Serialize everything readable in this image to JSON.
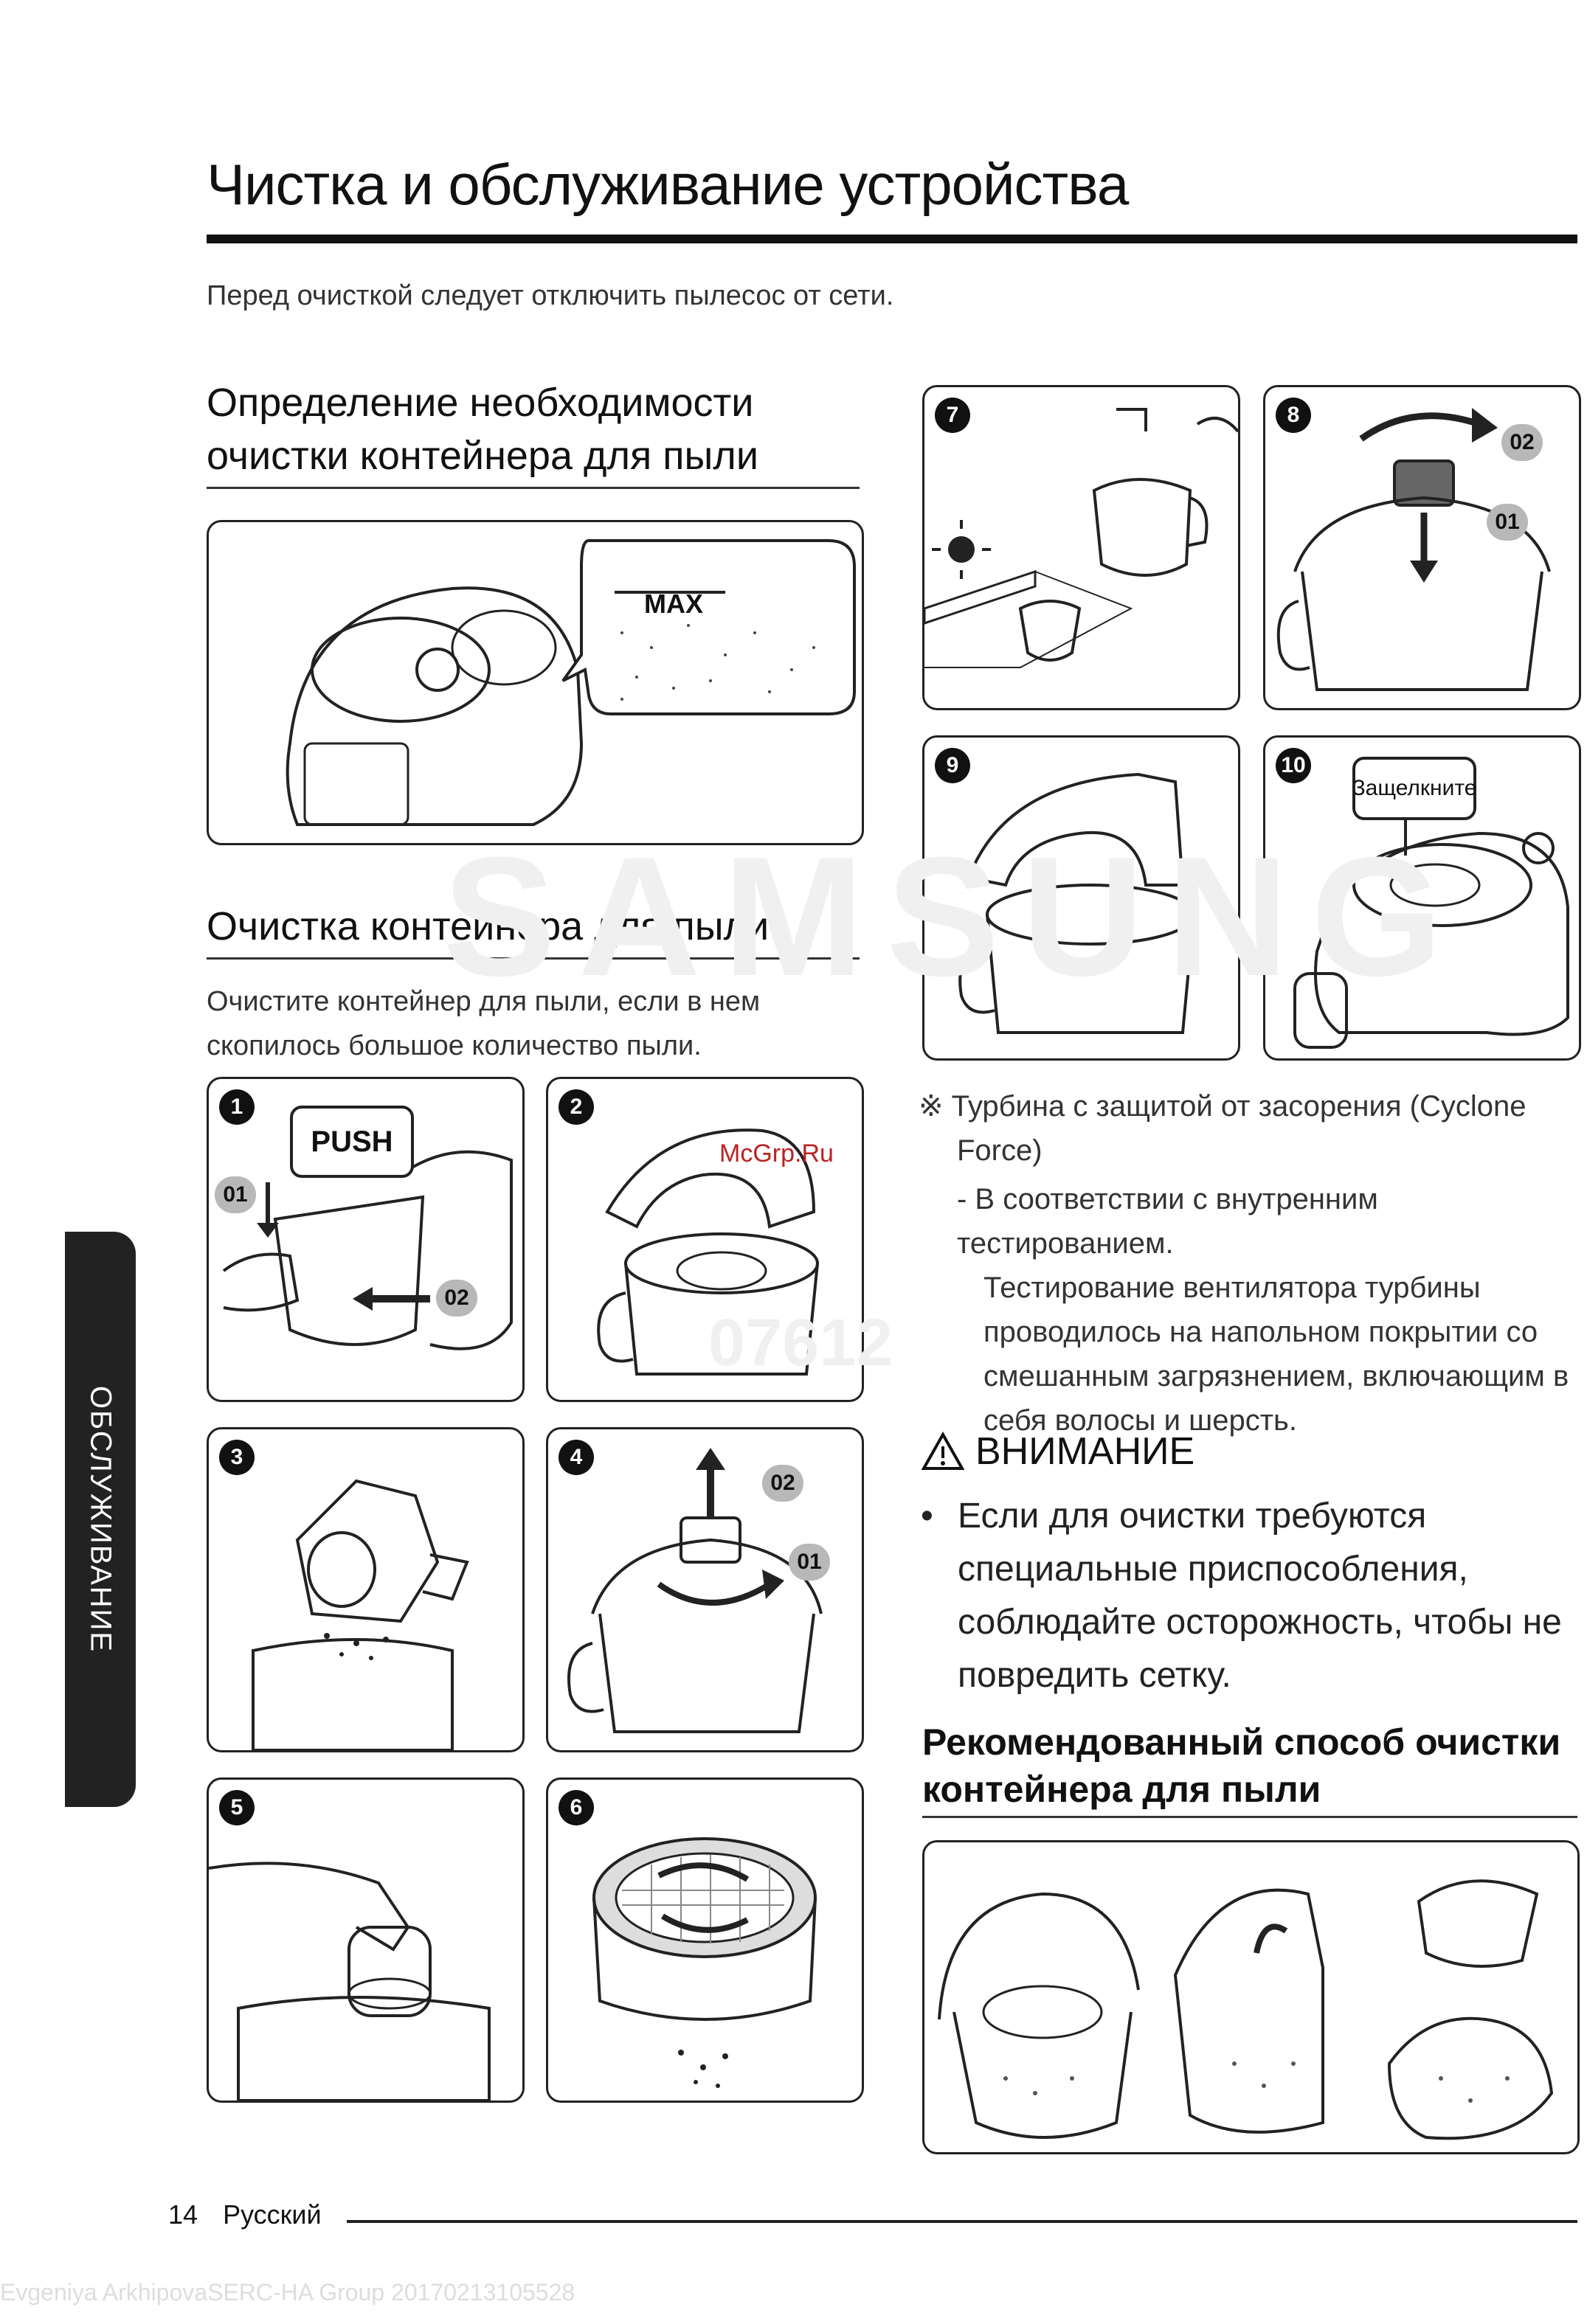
{
  "header": {
    "title": "Чистка и обслуживание устройства",
    "intro": "Перед очисткой следует отключить пылесос от сети."
  },
  "section_determine": {
    "heading_line1": "Определение необходимости",
    "heading_line2": "очистки контейнера для пыли",
    "max_label": "MAX"
  },
  "section_clean": {
    "heading": "Очистка контейнера для пыли",
    "text_line1": "Очистите контейнер для пыли, если в нем",
    "text_line2": "скопилось большое количество пыли."
  },
  "steps": {
    "s1": "1",
    "s2": "2",
    "s3": "3",
    "s4": "4",
    "s5": "5",
    "s6": "6",
    "s7": "7",
    "s8": "8",
    "s9": "9",
    "s10": "10"
  },
  "labels": {
    "push": "PUSH",
    "tag01": "01",
    "tag02": "02",
    "click": "Защелкните"
  },
  "note": {
    "line1": "※ Турбина с защитой от засорения (Cyclone",
    "line2": "Force)",
    "sub1": "- В соответствии с внутренним тестированием.",
    "sub2": "Тестирование вентилятора турбины",
    "sub3": "проводилось на напольном покрытии со",
    "sub4": "смешанным загрязнением, включающим в",
    "sub5": "себя волосы и шерсть."
  },
  "warning": {
    "title": "ВНИМАНИЕ",
    "line1": "Если для очистки требуются",
    "line2": "специальные приспособления,",
    "line3": "соблюдайте осторожность, чтобы не",
    "line4": "повредить сетку."
  },
  "section_recommended": {
    "heading_line1": "Рекомендованный способ очистки",
    "heading_line2": "контейнера для пыли"
  },
  "sidebar": {
    "label": "ОБСЛУЖИВАНИЕ"
  },
  "footer": {
    "page": "14",
    "language": "Русский"
  },
  "watermarks": {
    "brand": "SAMSUNG",
    "site": "McGrp.Ru",
    "code": "07612",
    "bottom": "Evgeniya ArkhipovaSERC-HA Group 20170213105528"
  },
  "colors": {
    "ink": "#111111",
    "sidebar": "#222222",
    "tag": "#b8b8b8"
  }
}
